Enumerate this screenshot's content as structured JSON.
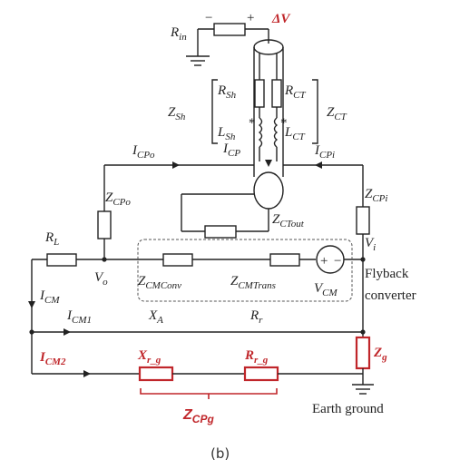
{
  "labels": {
    "r_in": "R",
    "r_in_sub": "in",
    "delta_v": "ΔV",
    "minus": "−",
    "plus": "+",
    "z_sh": "Z",
    "z_sh_sub": "Sh",
    "r_sh": "R",
    "r_sh_sub": "Sh",
    "l_sh": "L",
    "l_sh_sub": "Sh",
    "r_ct": "R",
    "r_ct_sub": "CT",
    "l_ct": "L",
    "l_ct_sub": "CT",
    "z_ct": "Z",
    "z_ct_sub": "CT",
    "i_cp": "I",
    "i_cp_sub": "CP",
    "i_cpo": "I",
    "i_cpo_sub": "CPo",
    "i_cpi": "I",
    "i_cpi_sub": "CPi",
    "z_cpo": "Z",
    "z_cpo_sub": "CPo",
    "z_cpi": "Z",
    "z_cpi_sub": "CPi",
    "z_ctout": "Z",
    "z_ctout_sub": "CTout",
    "r_l": "R",
    "r_l_sub": "L",
    "v_o": "V",
    "v_o_sub": "o",
    "v_i": "V",
    "v_i_sub": "i",
    "z_cmconv": "Z",
    "z_cmconv_sub": "CMConv",
    "z_cmtrans": "Z",
    "z_cmtrans_sub": "CMTrans",
    "v_cm": "V",
    "v_cm_sub": "CM",
    "flyback_1": "Flyback",
    "flyback_2": "converter",
    "i_cm": "I",
    "i_cm_sub": "CM",
    "i_cm1": "I",
    "i_cm1_sub": "CM1",
    "i_cm2": "I",
    "i_cm2_sub": "CM2",
    "x_a": "X",
    "x_a_sub": "A",
    "r_r": "R",
    "r_r_sub": "r",
    "x_rg": "X",
    "x_rg_sub": "r_g",
    "r_rg": "R",
    "r_rg_sub": "r_g",
    "z_g": "Z",
    "z_g_sub": "g",
    "z_cpg": "Z",
    "z_cpg_sub": "CPg",
    "earth_ground": "Earth ground",
    "src_plus": "+",
    "src_minus": "−",
    "dot_mark_1": "*",
    "dot_mark_2": "*"
  },
  "caption": "(b)",
  "colors": {
    "accent": "#c0262a",
    "ink": "#222222"
  }
}
